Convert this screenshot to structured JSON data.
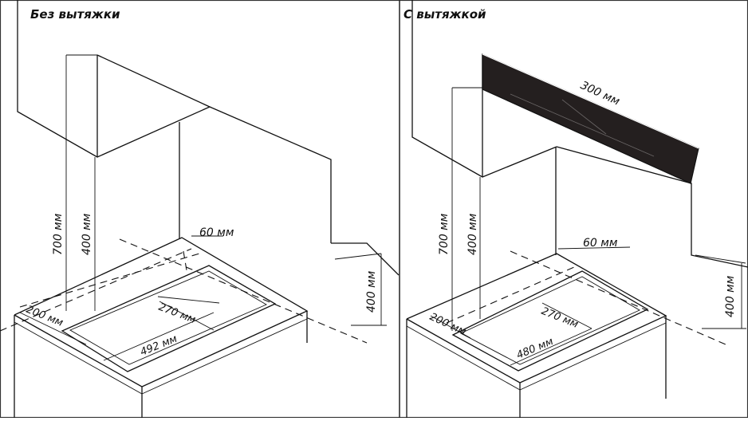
{
  "panels": [
    {
      "title": "Без вытяжки",
      "dims": {
        "h700": "700 мм",
        "h400": "400 мм",
        "gap60": "60 мм",
        "w270": "270 мм",
        "d200": "200 мм",
        "w492": "492 мм",
        "wall400": "400 мм"
      }
    },
    {
      "title": "С вытяжкой",
      "dims": {
        "hood300": "300 мм",
        "h700": "700 мм",
        "h400": "400 мм",
        "gap60": "60 мм",
        "w270": "270 мм",
        "d200": "200 мм",
        "w480": "480 мм",
        "wall400": "400 мм"
      }
    }
  ]
}
